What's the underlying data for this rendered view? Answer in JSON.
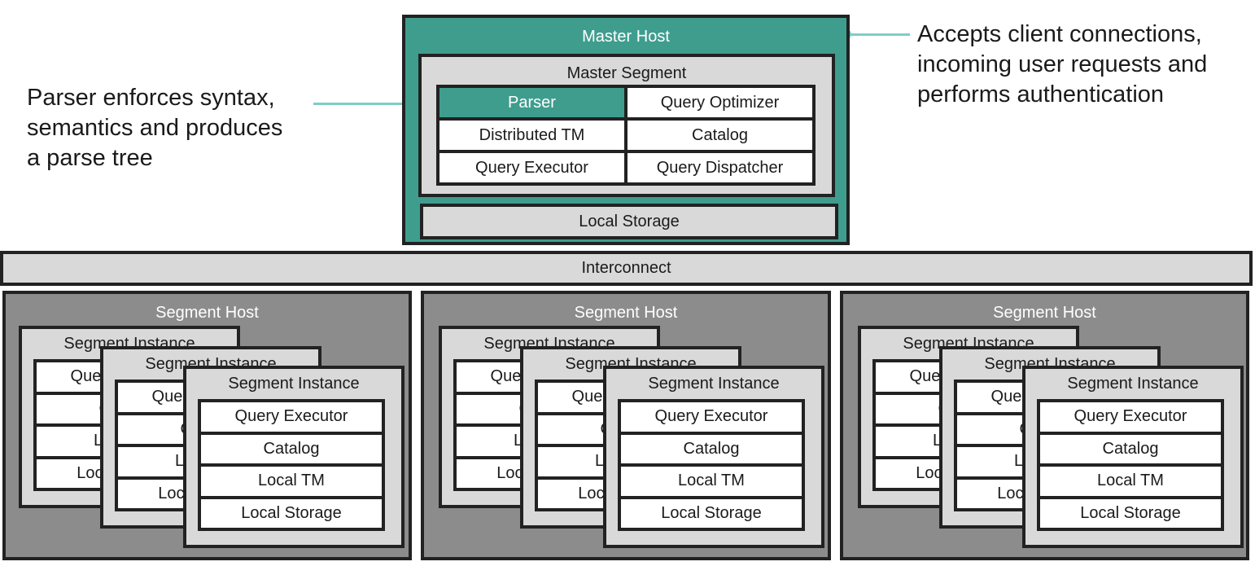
{
  "callouts": {
    "parser": [
      "Parser enforces syntax,",
      "semantics and produces",
      "a parse tree"
    ],
    "master": [
      "Accepts client connections,",
      "incoming user requests and",
      "performs authentication"
    ]
  },
  "master_host": {
    "title": "Master Host",
    "segment_title": "Master Segment",
    "components": [
      "Parser",
      "Query Optimizer",
      "Distributed TM",
      "Catalog",
      "Query Executor",
      "Query Dispatcher"
    ],
    "local_storage": "Local Storage"
  },
  "interconnect": "Interconnect",
  "segment_host": {
    "title": "Segment Host",
    "instance_title": "Segment Instance",
    "components": [
      "Query Executor",
      "Catalog",
      "Local TM",
      "Local Storage"
    ]
  },
  "colors": {
    "teal": "#3f9d8e",
    "leader_line": "#7ccfc3",
    "segment_host_gray": "#8c8c8c",
    "panel_gray": "#d9d9d9",
    "border": "#222222"
  }
}
